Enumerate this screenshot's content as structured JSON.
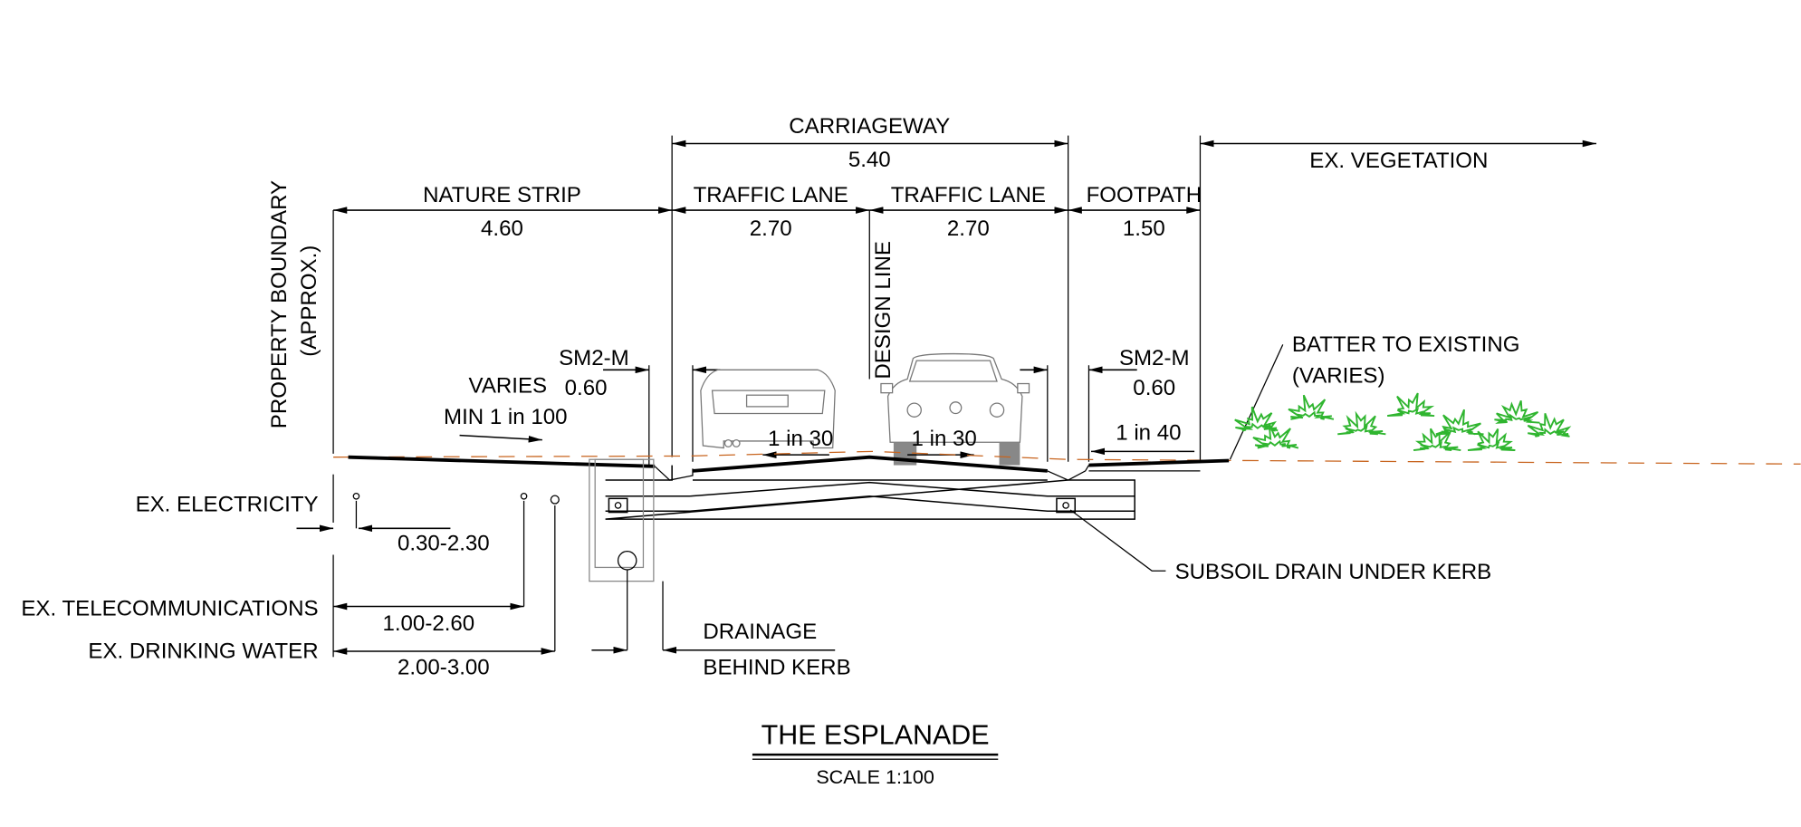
{
  "title": "THE ESPLANADE",
  "scale": "SCALE 1:100",
  "dimensions": {
    "carriageway": {
      "label": "CARRIAGEWAY",
      "value": "5.40"
    },
    "ex_vegetation": {
      "label": "EX. VEGETATION"
    },
    "nature_strip": {
      "label": "NATURE STRIP",
      "value": "4.60"
    },
    "traffic_lane_left": {
      "label": "TRAFFIC LANE",
      "value": "2.70"
    },
    "traffic_lane_right": {
      "label": "TRAFFIC LANE",
      "value": "2.70"
    },
    "footpath": {
      "label": "FOOTPATH",
      "value": "1.50"
    },
    "kerb_left": {
      "label": "SM2-M",
      "value": "0.60"
    },
    "kerb_right": {
      "label": "SM2-M",
      "value": "0.60"
    }
  },
  "labels": {
    "property_boundary": "PROPERTY BOUNDARY",
    "property_boundary_note": "(APPROX.)",
    "design_line": "DESIGN LINE",
    "varies": "VARIES",
    "min_slope": "MIN 1 in 100",
    "slope_lane_left": "1 in 30",
    "slope_lane_right": "1 in 30",
    "slope_footpath": "1 in 40",
    "batter": "BATTER TO EXISTING",
    "batter_note": "(VARIES)",
    "subsoil_drain": "SUBSOIL DRAIN UNDER KERB",
    "drainage_1": "DRAINAGE",
    "drainage_2": "BEHIND KERB"
  },
  "services": [
    {
      "label": "EX. ELECTRICITY",
      "range": "0.30-2.30"
    },
    {
      "label": "EX. TELECOMMUNICATIONS",
      "range": "1.00-2.60"
    },
    {
      "label": "EX. DRINKING WATER",
      "range": "2.00-3.00"
    }
  ],
  "colors": {
    "vegetation": "#2fb52f",
    "existing_surface": "#c8641e"
  }
}
